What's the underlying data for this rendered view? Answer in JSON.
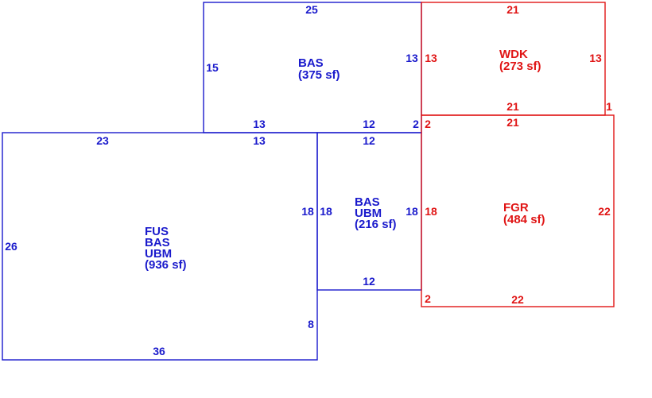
{
  "colors": {
    "building": "#1a1acc",
    "garage": "#e01515"
  },
  "areas": [
    {
      "id": "bas-top",
      "lines": [
        "BAS",
        "(375 sf)"
      ],
      "color": "building",
      "dims": [
        "25",
        "15",
        "13",
        "13",
        "12",
        "2"
      ]
    },
    {
      "id": "wdk",
      "lines": [
        "WDK",
        "(273 sf)"
      ],
      "color": "garage",
      "dims": [
        "21",
        "13",
        "13",
        "21",
        "1"
      ]
    },
    {
      "id": "main",
      "lines": [
        "FUS",
        "BAS",
        "UBM",
        "(936 sf)"
      ],
      "color": "building",
      "dims": [
        "23",
        "13",
        "26",
        "18",
        "8",
        "36"
      ]
    },
    {
      "id": "mid",
      "lines": [
        "BAS",
        "UBM",
        "(216 sf)"
      ],
      "color": "building",
      "dims": [
        "12",
        "18",
        "18",
        "12"
      ]
    },
    {
      "id": "fgr",
      "lines": [
        "FGR",
        "(484 sf)"
      ],
      "color": "garage",
      "dims": [
        "2",
        "21",
        "18",
        "22",
        "2",
        "22"
      ]
    }
  ]
}
